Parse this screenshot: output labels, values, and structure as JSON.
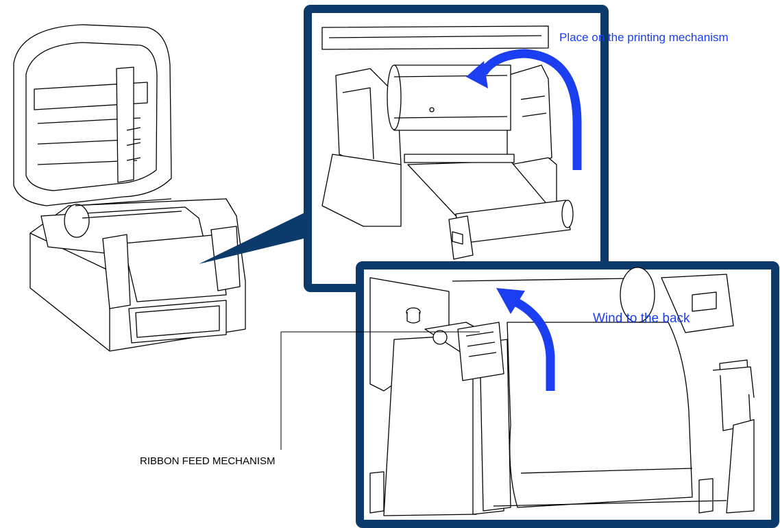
{
  "labels": {
    "top_callout": "Place on the printing mechanism",
    "bottom_callout": "Wind to the back",
    "feed_mechanism": "RIBBON FEED MECHANISM"
  },
  "colors": {
    "frame": "#0c3a6a",
    "arrow": "#1a3ef0",
    "line": "#000000",
    "fill": "#ffffff"
  },
  "icons": {
    "arrow_top": "curved-arrow-left",
    "arrow_bottom": "curved-arrow-up"
  }
}
